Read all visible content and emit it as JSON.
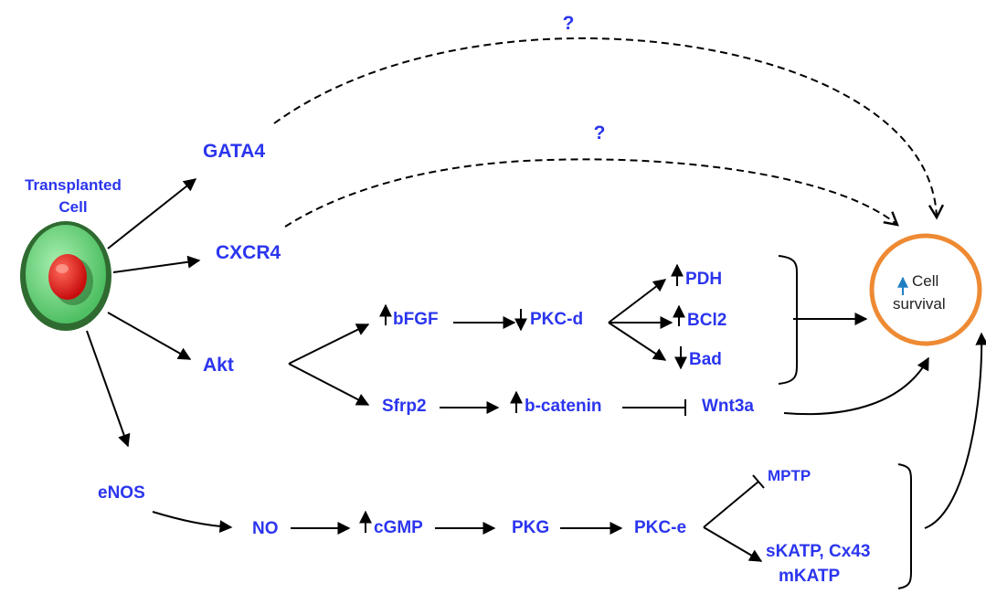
{
  "cell": {
    "label_line1": "Transplanted",
    "label_line2": "Cell"
  },
  "question_marks": {
    "top": "?",
    "middle": "?"
  },
  "nodes": {
    "gata4": "GATA4",
    "cxcr4": "CXCR4",
    "akt": "Akt",
    "enos": "eNOS",
    "bfgf": "bFGF",
    "pkcd": "PKC-d",
    "pdh": "PDH",
    "bcl2": "BCl2",
    "bad": "Bad",
    "sfrp2": "Sfrp2",
    "bcatenin": "b-catenin",
    "wnt3a": "Wnt3a",
    "no": "NO",
    "cgmp": "cGMP",
    "pkg": "PKG",
    "pkce": "PKC-e",
    "mptp": "MPTP",
    "skatp": "sKATP, Cx43",
    "mkatp": "mKATP"
  },
  "outcome": {
    "line1": "Cell",
    "line2": "survival"
  },
  "colors": {
    "label": "#2b35ee",
    "outcome_ring": "#ee8a33",
    "outcome_arrow": "#1f7fc4",
    "cell_outer": "#3a7a3a",
    "cell_body": "#7fd98a",
    "nucleus": "#e81c1c"
  }
}
